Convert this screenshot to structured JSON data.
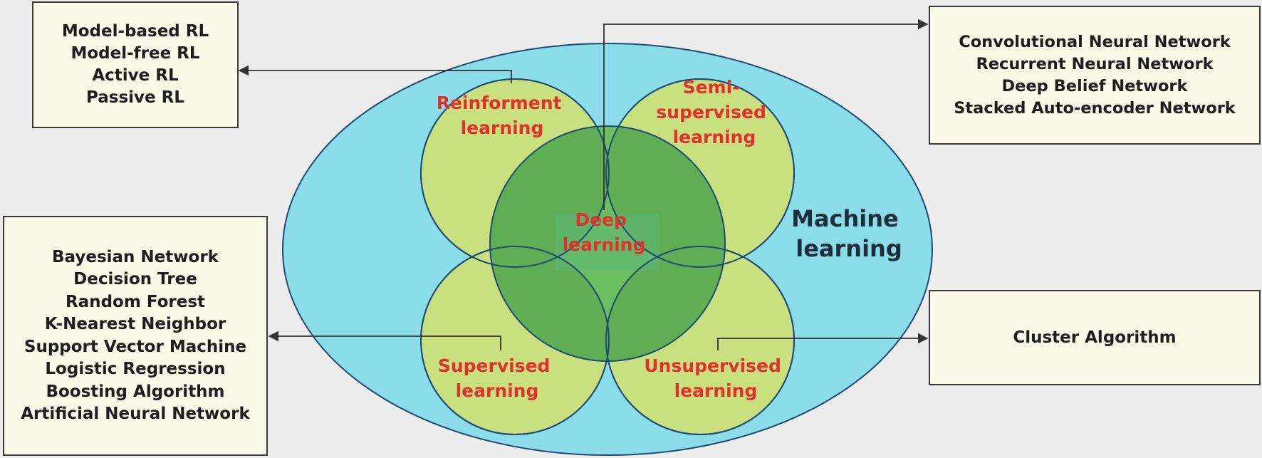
{
  "diagram": {
    "center_label": [
      "Machine",
      "learning"
    ],
    "regions": {
      "reinforcement": [
        "Reinforment",
        "learning"
      ],
      "semi_supervised": [
        "Semi-",
        "supervised",
        "learning"
      ],
      "supervised": [
        "Supervised",
        "learning"
      ],
      "unsupervised": [
        "Unsupervised",
        "learning"
      ],
      "deep": [
        "Deep",
        "learning"
      ]
    },
    "boxes": {
      "reinforcement_methods": [
        "Model-based RL",
        "Model-free RL",
        "Active RL",
        "Passive RL"
      ],
      "deep_learning_methods": [
        "Convolutional Neural Network",
        "Recurrent Neural Network",
        "Deep Belief Network",
        "Stacked Auto-encoder Network"
      ],
      "supervised_methods": [
        "Bayesian Network",
        "Decision Tree",
        "Random Forest",
        "K-Nearest Neighbor",
        "Support Vector Machine",
        "Logistic Regression",
        "Boosting Algorithm",
        "Artificial Neural Network"
      ],
      "unsupervised_methods": [
        "Cluster Algorithm"
      ]
    },
    "colors": {
      "background": "#ededed",
      "machine_learning_ellipse": "#8adde9",
      "sub_circles": "#c9e07f",
      "deep_learning_circle": "#6cbf5e",
      "outlines": "#1e4a78",
      "label_red": "#e4302a",
      "box_fill": "#fafae8"
    }
  }
}
